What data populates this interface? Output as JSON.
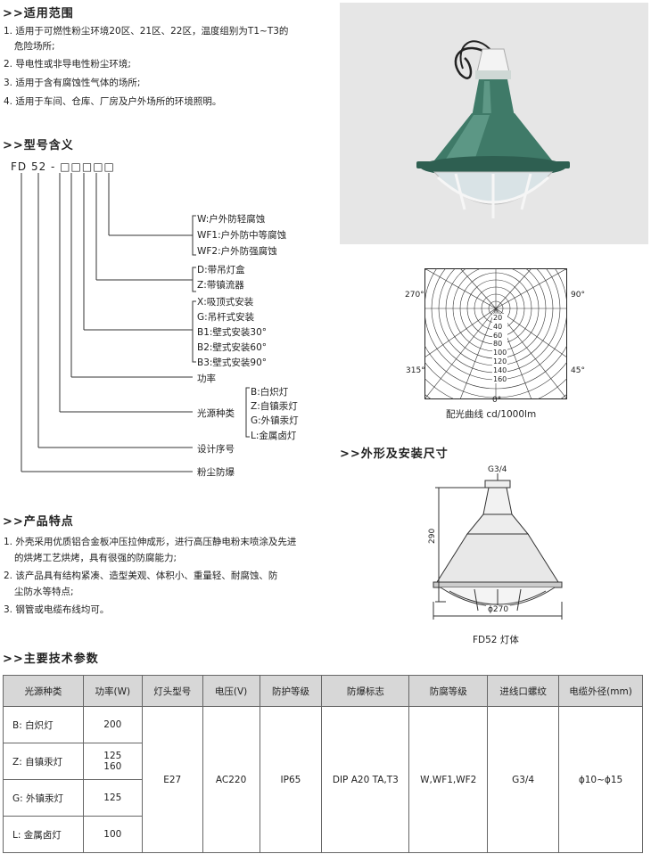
{
  "sections": {
    "scope": {
      "title": ">>适用范围",
      "items": [
        "1. 适用于可燃性粉尘环境20区、21区、22区，温度组别为T1~T3的",
        "危险场所;",
        "2. 导电性或非导电性粉尘环境;",
        "3. 适用于含有腐蚀性气体的场所;",
        "4. 适用于车间、仓库、厂房及户外场所的环境照明。"
      ]
    },
    "model": {
      "title": ">>型号含义",
      "code": "FD 52 - □□□□□",
      "corrosion": [
        "W:户外防轻腐蚀",
        "WF1:户外防中等腐蚀",
        "WF2:户外防强腐蚀"
      ],
      "accessory": [
        "D:带吊灯盒",
        "Z:带镇流器"
      ],
      "mount": [
        "X:吸顶式安装",
        "G:吊杆式安装",
        "B1:壁式安装30°",
        "B2:壁式安装60°",
        "B3:壁式安装90°"
      ],
      "power": "功率",
      "light_source_label": "光源种类",
      "light_sources": [
        "B:白炽灯",
        "Z:自镇汞灯",
        "G:外镇汞灯",
        "L:金属卤灯"
      ],
      "design_no": "设计序号",
      "dustproof": "粉尘防爆"
    },
    "features": {
      "title": ">>产品特点",
      "items": [
        "1. 外壳采用优质铝合金板冲压拉伸成形，进行高压静电粉末喷涂及先进",
        "的烘烤工艺烘烤，具有很强的防腐能力;",
        "2. 该产品具有结构紧凑、造型美观、体积小、重量轻、耐腐蚀、防",
        "尘防水等特点;",
        "3. 钢管或电缆布线均可。"
      ]
    },
    "polar": {
      "angles": {
        "left_top": "270°",
        "right_top": "90°",
        "left_bottom": "315°",
        "right_bottom": "45°",
        "bottom": "0°"
      },
      "rings": [
        "20",
        "40",
        "60",
        "80",
        "100",
        "120",
        "140",
        "160"
      ],
      "caption": "配光曲线 cd/1000lm"
    },
    "dimension": {
      "title": ">>外形及安装尺寸",
      "thread": "G3/4",
      "height": "290",
      "diameter": "ϕ270",
      "caption": "FD52 灯体"
    },
    "spec": {
      "title": ">>主要技术参数",
      "headers": [
        "光源种类",
        "功率(W)",
        "灯头型号",
        "电压(V)",
        "防护等级",
        "防爆标志",
        "防腐等级",
        "进线口螺纹",
        "电缆外径(mm)"
      ],
      "rows": [
        {
          "source": "B:  白炽灯",
          "power": "200"
        },
        {
          "source": "Z:  自镇汞灯",
          "power": "125",
          "power2": "160"
        },
        {
          "source": "G:  外镇汞灯",
          "power": "125"
        },
        {
          "source": "L:  金属卤灯",
          "power": "100"
        }
      ],
      "shared": {
        "lamp_base": "E27",
        "voltage": "AC220",
        "ip": "IP65",
        "ex_mark": "DIP A20 TA,T3",
        "anticorrosion": "W,WF1,WF2",
        "thread": "G3/4",
        "cable": "ϕ10~ϕ15"
      }
    }
  },
  "colors": {
    "lamp_green": "#3f7a68",
    "photo_bg": "#e6e6e6",
    "header_bg": "#d7d7d7"
  }
}
